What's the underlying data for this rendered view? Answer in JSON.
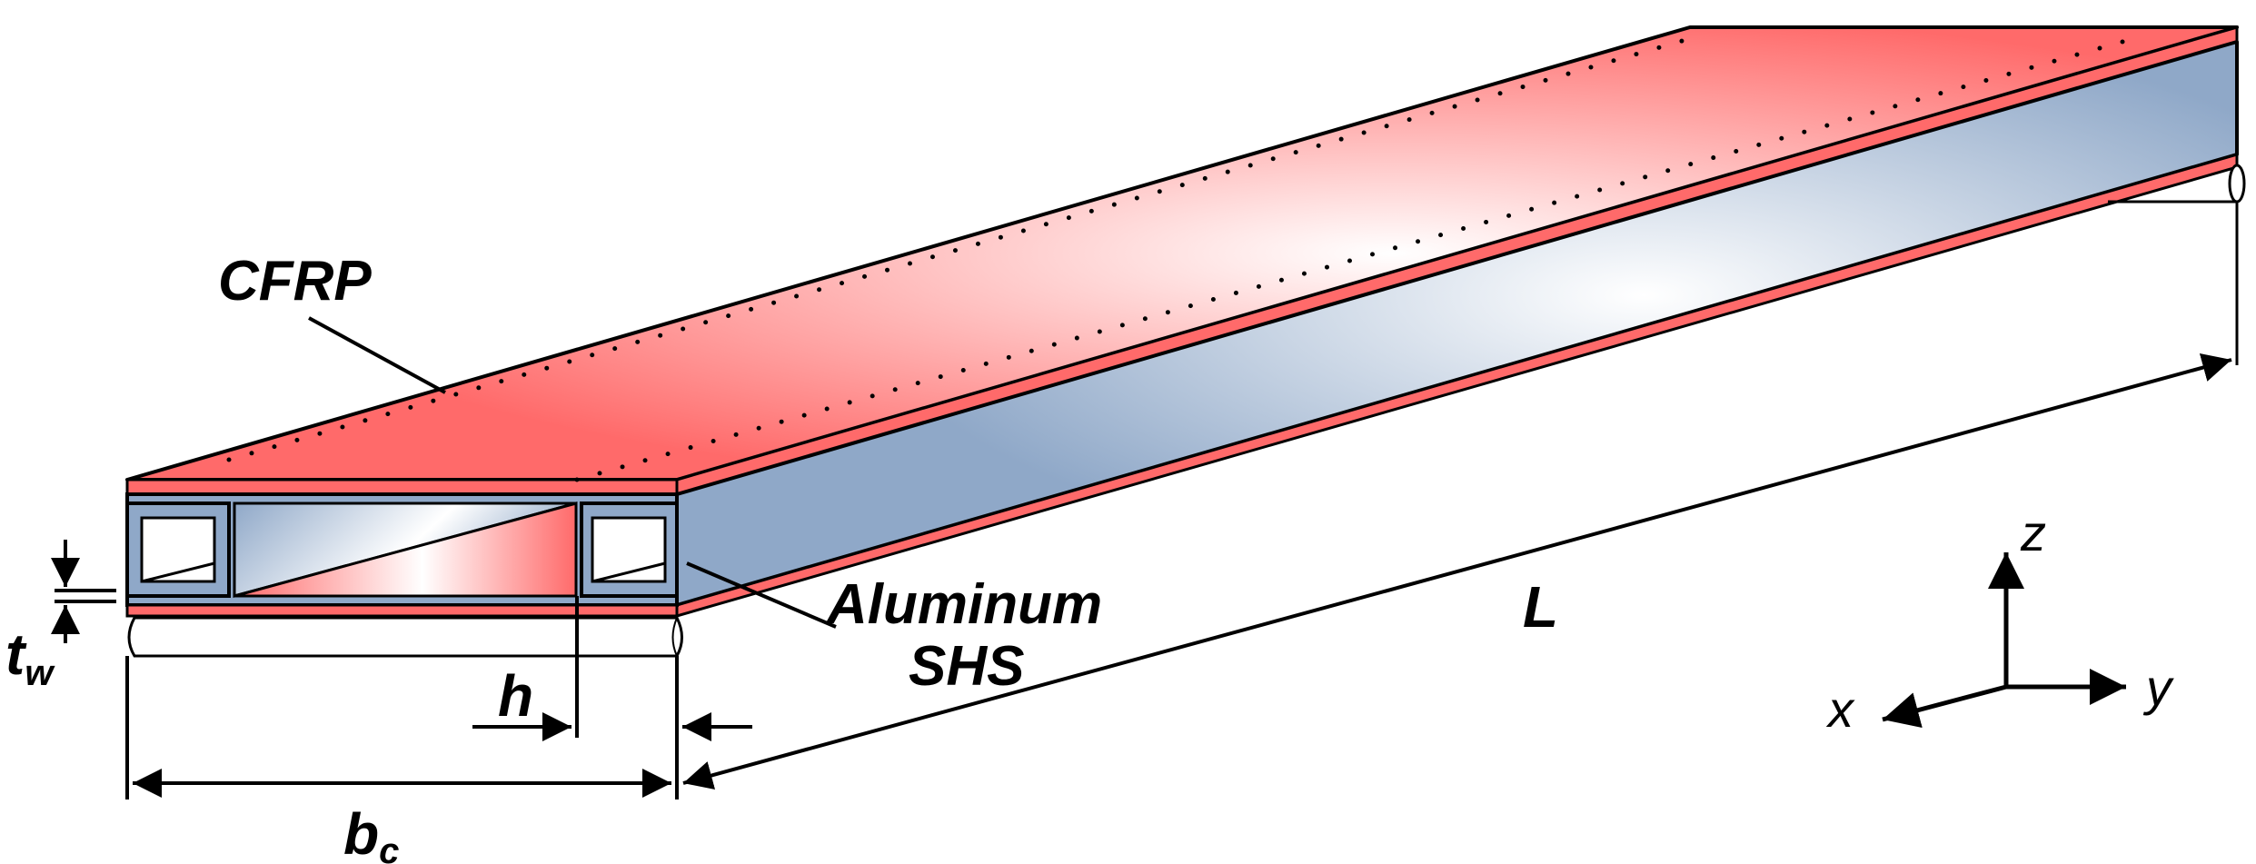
{
  "labels": {
    "cfrp": "CFRP",
    "aluminum": "Aluminum",
    "shs": "SHS",
    "length": "L",
    "h": "h",
    "bc_main": "b",
    "bc_sub": "c",
    "tw_main": "t",
    "tw_sub": "w"
  },
  "axes": {
    "x": "x",
    "y": "y",
    "z": "z"
  },
  "colors": {
    "cfrp": "#ff6a6a",
    "cfrp_highlight": "#ffffff",
    "aluminum": "#8fa8c8",
    "aluminum_highlight": "#ffffff",
    "outline": "#000000"
  }
}
